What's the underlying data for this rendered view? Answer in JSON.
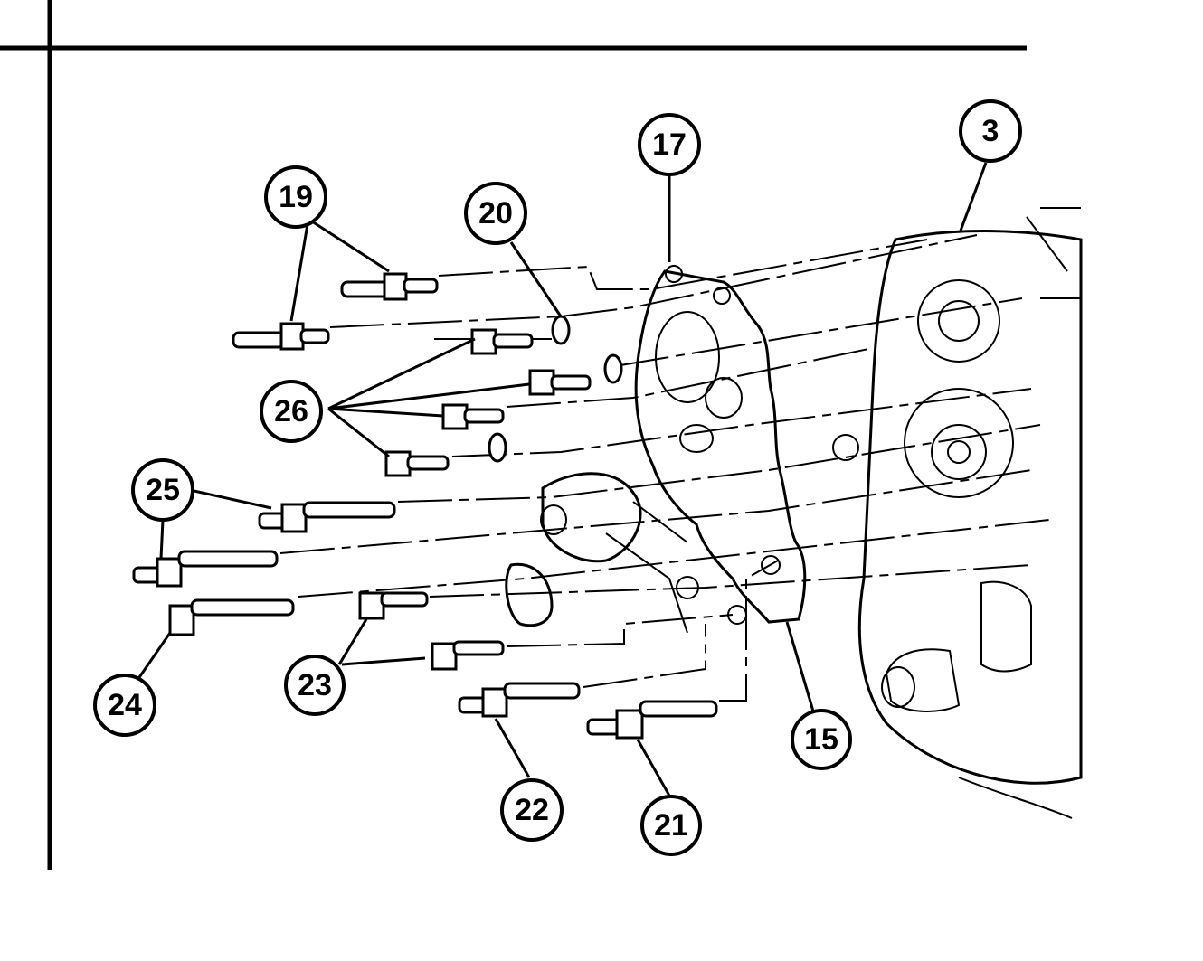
{
  "callouts": [
    {
      "id": "c3",
      "label": "3"
    },
    {
      "id": "c15",
      "label": "15"
    },
    {
      "id": "c17",
      "label": "17"
    },
    {
      "id": "c19",
      "label": "19"
    },
    {
      "id": "c20",
      "label": "20"
    },
    {
      "id": "c21",
      "label": "21"
    },
    {
      "id": "c22",
      "label": "22"
    },
    {
      "id": "c23",
      "label": "23"
    },
    {
      "id": "c24",
      "label": "24"
    },
    {
      "id": "c25",
      "label": "25"
    },
    {
      "id": "c26",
      "label": "26"
    }
  ],
  "colors": {
    "ink": "#000000",
    "paper": "#ffffff"
  }
}
